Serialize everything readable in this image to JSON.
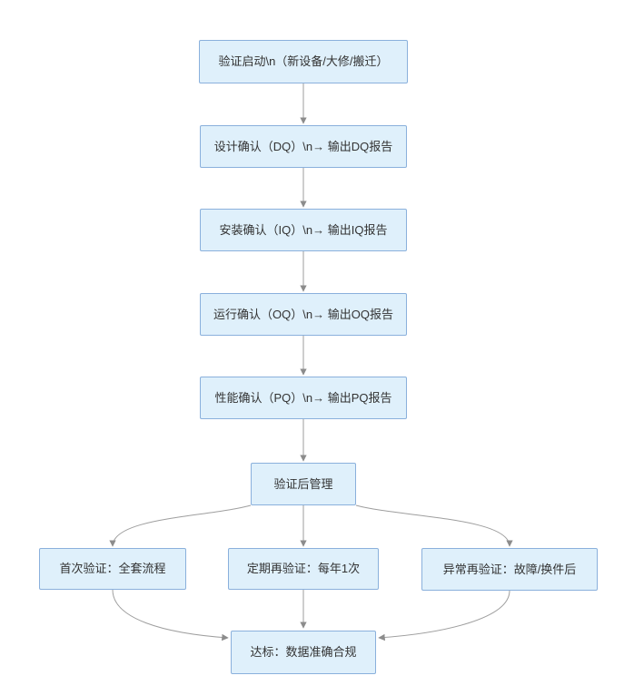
{
  "diagram": {
    "type": "flowchart",
    "background_color": "#ffffff",
    "node_fill_color": "#dff0fb",
    "node_border_color": "#8ab0dc",
    "connector_color": "#9e9e9e",
    "arrowhead_color": "#8c8c8c",
    "text_color": "#333333",
    "nodes": {
      "start": {
        "label": "验证启动\\n（新设备/大修/搬迁）"
      },
      "dq": {
        "label": "设计确认（DQ）\\n→ 输出DQ报告"
      },
      "iq": {
        "label": "安装确认（IQ）\\n→ 输出IQ报告"
      },
      "oq": {
        "label": "运行确认（OQ）\\n→ 输出OQ报告"
      },
      "pq": {
        "label": "性能确认（PQ）\\n→ 输出PQ报告"
      },
      "post": {
        "label": "验证后管理"
      },
      "first": {
        "label": "首次验证：全套流程"
      },
      "periodic": {
        "label": "定期再验证：每年1次"
      },
      "abnormal": {
        "label": "异常再验证：故障/换件后"
      },
      "goal": {
        "label": "达标：数据准确合规"
      }
    },
    "edges": [
      {
        "from": "start",
        "to": "dq"
      },
      {
        "from": "dq",
        "to": "iq"
      },
      {
        "from": "iq",
        "to": "oq"
      },
      {
        "from": "oq",
        "to": "pq"
      },
      {
        "from": "pq",
        "to": "post"
      },
      {
        "from": "post",
        "to": "first"
      },
      {
        "from": "post",
        "to": "periodic"
      },
      {
        "from": "post",
        "to": "abnormal"
      },
      {
        "from": "first",
        "to": "goal"
      },
      {
        "from": "periodic",
        "to": "goal"
      },
      {
        "from": "abnormal",
        "to": "goal"
      }
    ]
  }
}
